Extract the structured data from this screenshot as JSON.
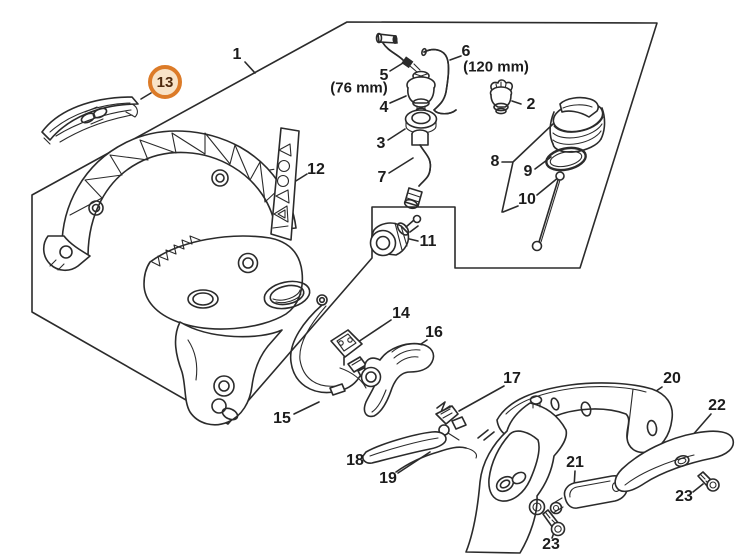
{
  "diagram": {
    "type": "exploded-parts-diagram",
    "background_color": "#ffffff",
    "line_color": "#2b2b2b",
    "selected_part": "13",
    "highlight": {
      "ring_color": "#dc7b28",
      "fill_color": "#f8e3c7",
      "text_color": "#4e2a0e"
    }
  },
  "labels": [
    {
      "text": "1"
    },
    {
      "text": "2"
    },
    {
      "text": "3"
    },
    {
      "text": "4"
    },
    {
      "text": "5"
    },
    {
      "text": "6"
    },
    {
      "text": "7"
    },
    {
      "text": "8"
    },
    {
      "text": "9"
    },
    {
      "text": "10"
    },
    {
      "text": "11"
    },
    {
      "text": "12"
    },
    {
      "text": "13"
    },
    {
      "text": "14"
    },
    {
      "text": "15"
    },
    {
      "text": "16"
    },
    {
      "text": "17"
    },
    {
      "text": "18"
    },
    {
      "text": "19"
    },
    {
      "text": "20"
    },
    {
      "text": "21"
    },
    {
      "text": "22"
    },
    {
      "text": "23"
    },
    {
      "text": "23"
    }
  ],
  "measurements": [
    {
      "text": "(76 mm)"
    },
    {
      "text": "(120 mm)"
    }
  ]
}
